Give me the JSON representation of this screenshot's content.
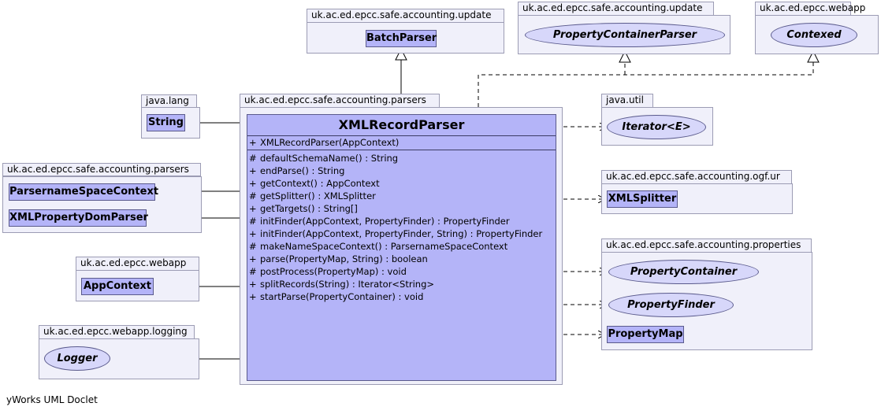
{
  "packages": {
    "update_a": "uk.ac.ed.epcc.safe.accounting.update",
    "update_b": "uk.ac.ed.epcc.safe.accounting.update",
    "webapp_top": "uk.ac.ed.epcc.webapp",
    "java_lang": "java.lang",
    "parsers_main": "uk.ac.ed.epcc.safe.accounting.parsers",
    "java_util": "java.util",
    "parsers_left": "uk.ac.ed.epcc.safe.accounting.parsers",
    "ogf_ur": "uk.ac.ed.epcc.safe.accounting.ogf.ur",
    "webapp_mid": "uk.ac.ed.epcc.webapp",
    "properties": "uk.ac.ed.epcc.safe.accounting.properties",
    "logging": "uk.ac.ed.epcc.webapp.logging"
  },
  "classes": {
    "batch_parser": "BatchParser",
    "string": "String",
    "parsername_space_context": "ParsernameSpaceContext",
    "xml_property_dom_parser": "XMLPropertyDomParser",
    "app_context": "AppContext",
    "xml_splitter": "XMLSplitter",
    "property_map": "PropertyMap"
  },
  "interfaces": {
    "property_container_parser": "PropertyContainerParser",
    "contexed": "Contexed",
    "iterator": "Iterator<E>",
    "property_container": "PropertyContainer",
    "property_finder": "PropertyFinder",
    "logger": "Logger"
  },
  "main_class": {
    "name": "XMLRecordParser",
    "constructors": [
      {
        "vis": "+",
        "sig": "XMLRecordParser(AppContext)"
      }
    ],
    "methods": [
      {
        "vis": "#",
        "sig": "defaultSchemaName() : String"
      },
      {
        "vis": "+",
        "sig": "endParse() : String"
      },
      {
        "vis": "+",
        "sig": "getContext() : AppContext"
      },
      {
        "vis": "#",
        "sig": "getSplitter() : XMLSplitter"
      },
      {
        "vis": "+",
        "sig": "getTargets() : String[]"
      },
      {
        "vis": "#",
        "sig": "initFinder(AppContext, PropertyFinder) : PropertyFinder"
      },
      {
        "vis": "+",
        "sig": "initFinder(AppContext, PropertyFinder, String) : PropertyFinder"
      },
      {
        "vis": "#",
        "sig": "makeNameSpaceContext() : ParsernameSpaceContext"
      },
      {
        "vis": "+",
        "sig": "parse(PropertyMap, String) : boolean"
      },
      {
        "vis": "#",
        "sig": "postProcess(PropertyMap) : void"
      },
      {
        "vis": "+",
        "sig": "splitRecords(String) : Iterator<String>"
      },
      {
        "vis": "+",
        "sig": "startParse(PropertyContainer) : void"
      }
    ]
  },
  "footer": "yWorks UML Doclet",
  "colors": {
    "package_fill": "#f0f0fa",
    "class_fill": "#b4b4f8",
    "interface_fill": "#d7d7fa",
    "border": "#5a5a8c"
  }
}
